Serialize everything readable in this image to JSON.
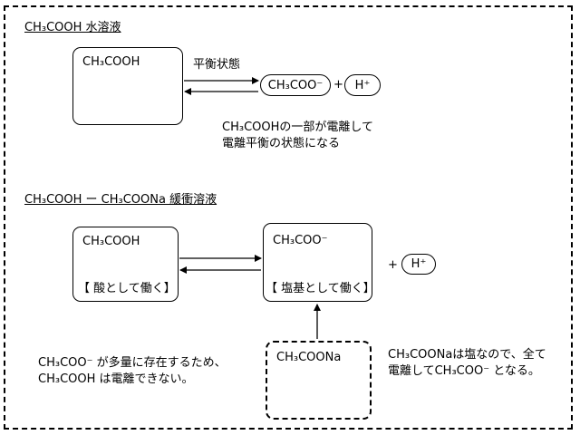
{
  "section1": {
    "heading": "CH₃COOH 水溶液",
    "box_label": "CH₃COOH",
    "arrow_label": "平衡状態",
    "ion1": "CH₃COO⁻",
    "plus": "+",
    "ion2": "H⁺",
    "note_line1": "CH₃COOHの一部が電離して",
    "note_line2": "電離平衡の状態になる"
  },
  "section2": {
    "heading": "CH₃COOH ー CH₃COONa 緩衝溶液",
    "acid_box_label": "CH₃COOH",
    "acid_role": "【 酸として働く】",
    "base_box_label": "CH₃COO⁻",
    "base_role": "【 塩基として働く】",
    "plus": "+",
    "ion": "H⁺",
    "salt_box_label": "CH₃COONa",
    "left_note_line1": "CH₃COO⁻ が多量に存在するため、",
    "left_note_line2": "CH₃COOH は電離できない。",
    "right_note_line1": "CH₃COONaは塩なので、全て",
    "right_note_line2": "電離してCH₃COO⁻ となる。"
  }
}
